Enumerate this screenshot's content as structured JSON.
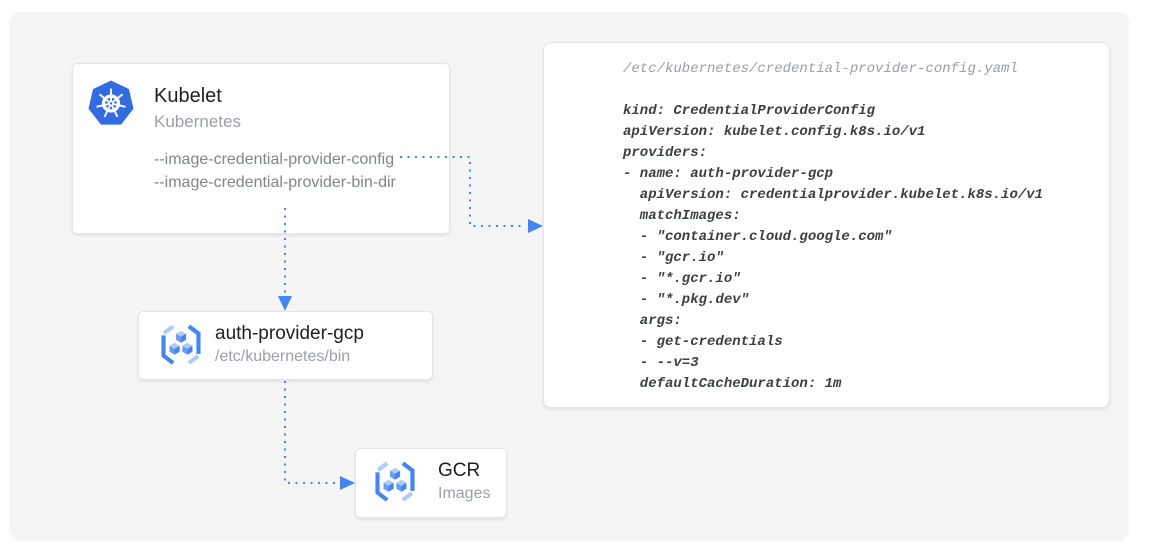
{
  "kubelet_card": {
    "title": "Kubelet",
    "subtitle": "Kubernetes",
    "flags": [
      "--image-credential-provider-config",
      "--image-credential-provider-bin-dir"
    ]
  },
  "auth_provider_card": {
    "title": "auth-provider-gcp",
    "subtitle": "/etc/kubernetes/bin"
  },
  "gcr_card": {
    "title": "GCR",
    "subtitle": "Images"
  },
  "code_panel": {
    "filename": "/etc/kubernetes/credential-provider-config.yaml",
    "code": "kind: CredentialProviderConfig\napiVersion: kubelet.config.k8s.io/v1\nproviders:\n- name: auth-provider-gcp\n  apiVersion: credentialprovider.kubelet.k8s.io/v1\n  matchImages:\n  - \"container.cloud.google.com\"\n  - \"gcr.io\"\n  - \"*.gcr.io\"\n  - \"*.pkg.dev\"\n  args:\n  - get-credentials\n  - --v=3\n  defaultCacheDuration: 1m"
  },
  "icons": {
    "kubelet": "kubernetes-logo",
    "auth_provider": "gcr-cubes-logo",
    "gcr": "gcr-cubes-logo"
  },
  "colors": {
    "arrow_blue": "#4285F4",
    "kubernetes_blue": "#326CE5",
    "canvas_gray": "#F5F5F6"
  }
}
